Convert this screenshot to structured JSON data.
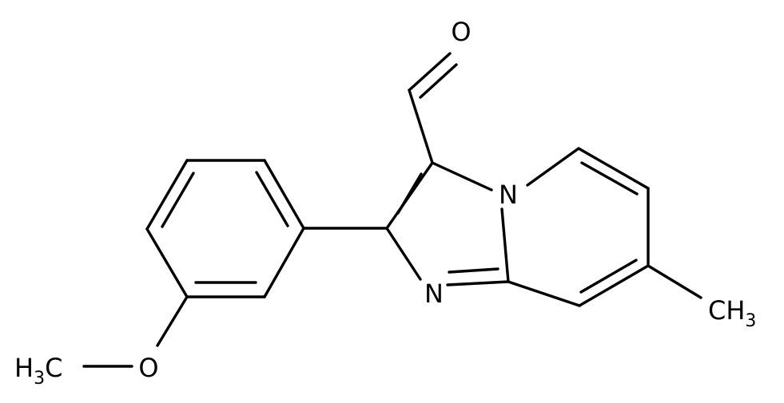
{
  "atoms": {
    "oxygen_aldehyde": "O",
    "nitrogen_bridge": "N",
    "nitrogen_ring": "N",
    "methyl_right": {
      "main": "CH",
      "sub": "3"
    },
    "oxygen_methoxy": "O",
    "methyl_left": {
      "main": "H",
      "sub": "3",
      "tail": "C"
    }
  },
  "colors": {
    "bond": "#000000",
    "background": "#ffffff"
  }
}
